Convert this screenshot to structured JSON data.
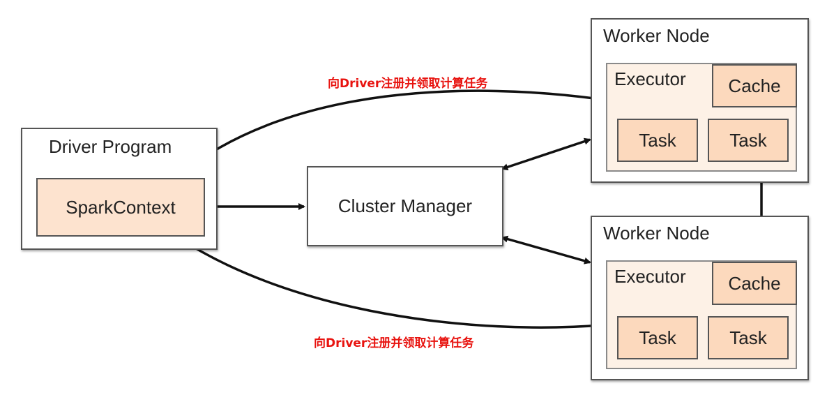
{
  "diagram": {
    "driver_program": {
      "title": "Driver Program",
      "spark_context": "SparkContext"
    },
    "cluster_manager": {
      "label": "Cluster Manager"
    },
    "worker_nodes": [
      {
        "title": "Worker Node",
        "executor": "Executor",
        "cache": "Cache",
        "tasks": [
          "Task",
          "Task"
        ]
      },
      {
        "title": "Worker Node",
        "executor": "Executor",
        "cache": "Cache",
        "tasks": [
          "Task",
          "Task"
        ]
      }
    ],
    "annotations": {
      "top": "向Driver注册并领取计算任务",
      "bottom": "向Driver注册并领取计算任务"
    },
    "colors": {
      "annotation_text": "#e8130f",
      "inner_fill": "#fde3cf",
      "task_fill": "#fcd9bd",
      "executor_fill": "#fdf1e6",
      "border": "#555555",
      "arrow": "#111111"
    }
  }
}
